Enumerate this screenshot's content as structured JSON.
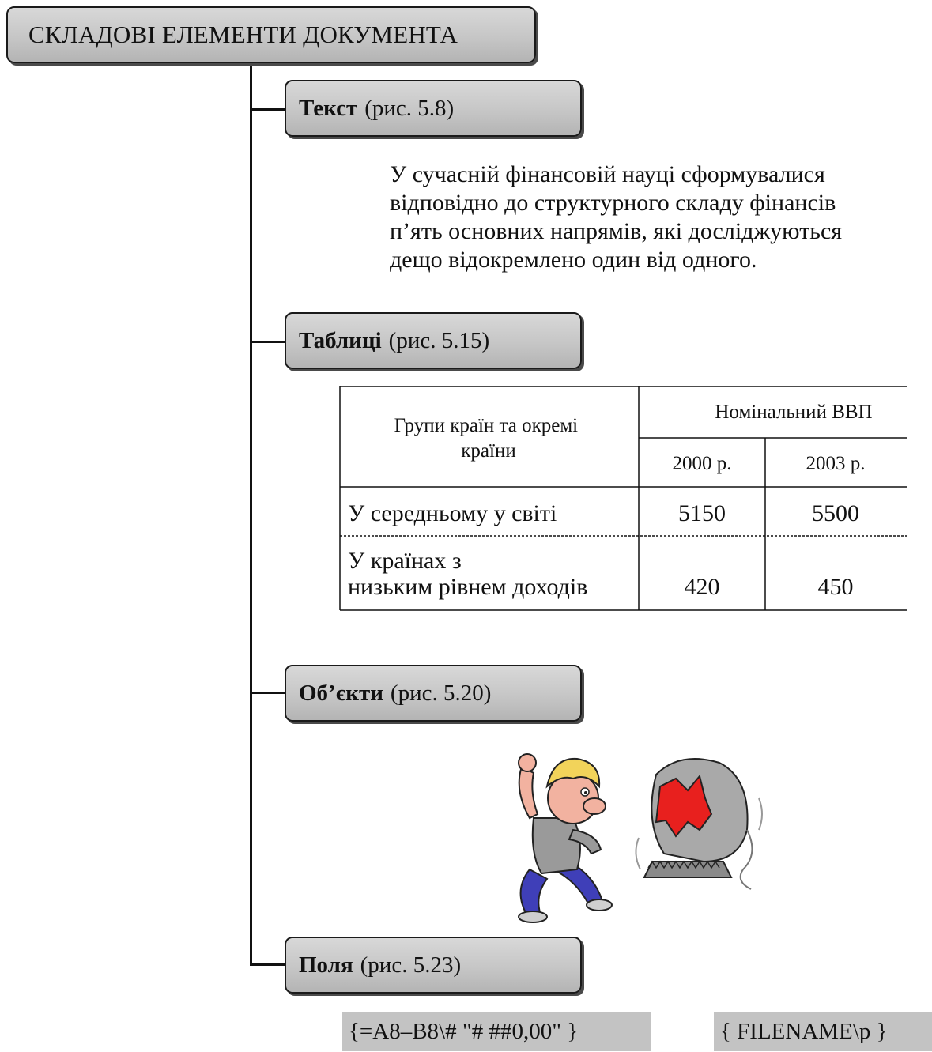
{
  "root": {
    "title": "СКЛАДОВІ ЕЛЕМЕНТИ ДОКУМЕНТА"
  },
  "categories": [
    {
      "name": "Текст",
      "ref": "(рис. 5.8)"
    },
    {
      "name": "Таблиці",
      "ref": "(рис. 5.15)"
    },
    {
      "name": "Об’єкти",
      "ref": "(рис. 5.20)"
    },
    {
      "name": "Поля",
      "ref": "(рис. 5.23)"
    }
  ],
  "text_sample": {
    "lines": [
      "У сучасній фінансовій науці сформувалися",
      "відповідно до структурного складу фінансів",
      "п’ять основних напрямів, які досліджуються",
      "дещо відокремлено один від одного."
    ]
  },
  "table_sample": {
    "header_group_col": "Групи країн та окремі країни",
    "header_group": "Номінальний ВВП",
    "years": [
      "2000 р.",
      "2003 р."
    ],
    "rows": [
      {
        "label": "У середньому у світі",
        "values": [
          "5150",
          "5500"
        ]
      },
      {
        "label": "У країнах з низьким рівнем доходів",
        "values": [
          "420",
          "450"
        ]
      }
    ]
  },
  "fields": {
    "formula": "{=A8–B8\\# \"# ##0,00\" }",
    "filename": "{ FILENAME\\p }"
  }
}
